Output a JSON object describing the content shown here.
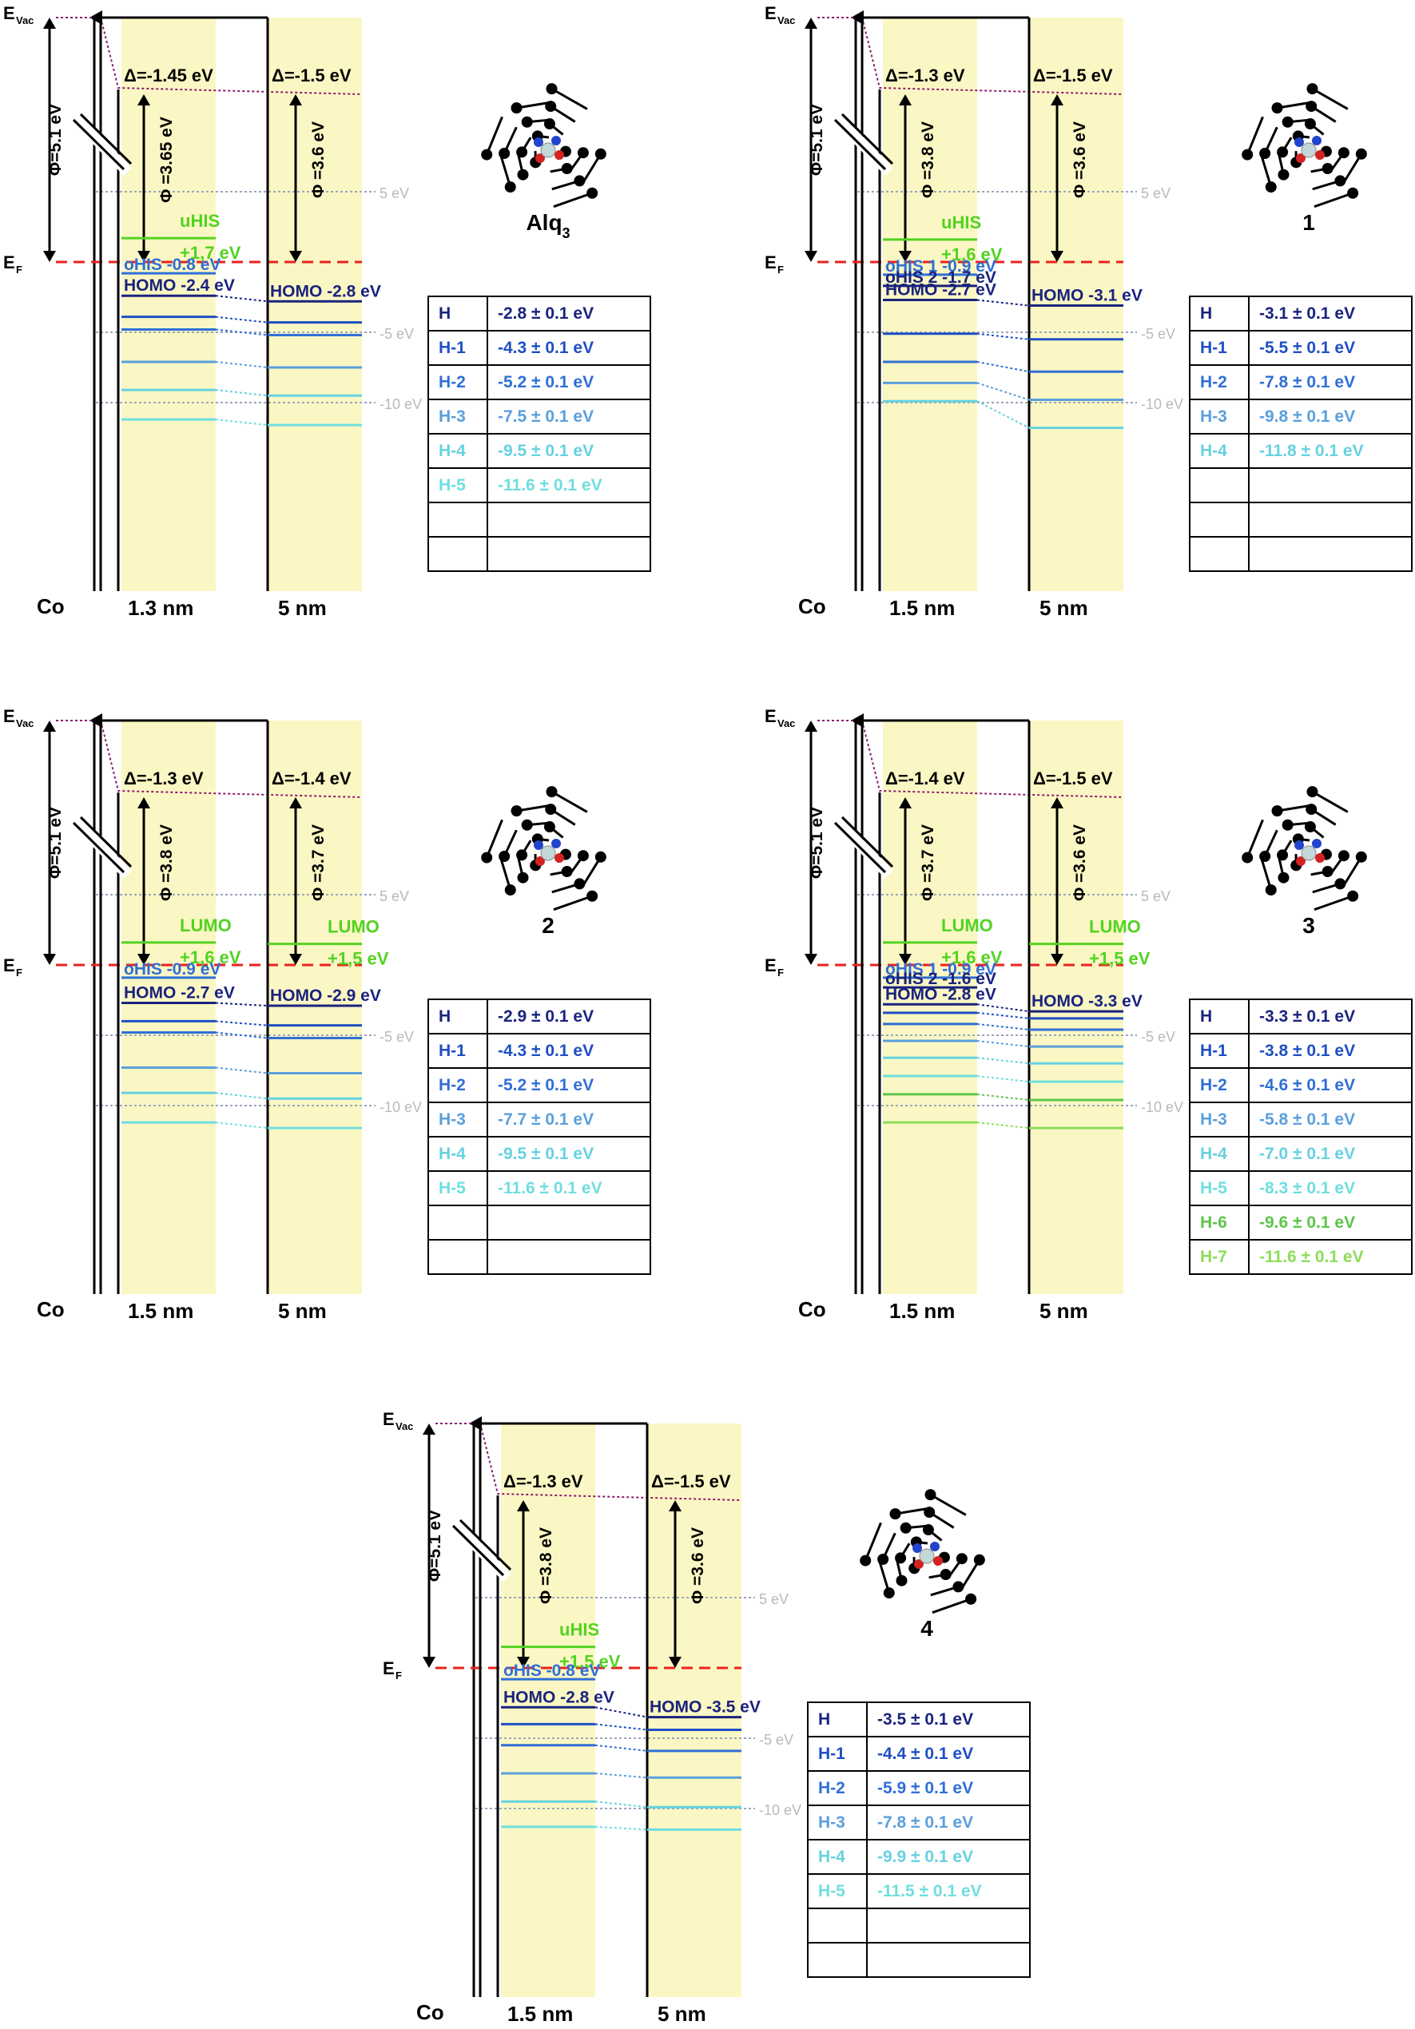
{
  "legend_levels": {
    "evac": "E",
    "evac_sub": "Vac",
    "ef": "E",
    "ef_sub": "F",
    "co": "Co"
  },
  "scale_ticks": [
    "5 eV",
    "-5 eV",
    "-10 eV"
  ],
  "colors": {
    "H": "#1a237e",
    "H-1": "#1f4fc4",
    "H-2": "#2f6fd6",
    "H-3": "#5a9fdc",
    "H-4": "#66d2e0",
    "H-5": "#6fdede",
    "H-6": "#5ec44a",
    "H-7": "#8ddc5a",
    "fermi": "#e8231e",
    "vac_dotted": "#8b1a6b",
    "band": "#fbf7c4",
    "lumo": "#52d321"
  },
  "panels": [
    {
      "id": "alq3",
      "molecule": "Alq3",
      "molecule_sub": "3",
      "molecule_main": "Alq",
      "phi": "Φ=5.1 eV",
      "thin": {
        "thickness": "1.3 nm",
        "delta": "Δ=-1.45 eV",
        "phi_label": "Φ =3.65 eV",
        "unocc": {
          "label": "uHIS",
          "value": "+1,7 eV",
          "energy": 1.7
        },
        "occ_labels": [
          {
            "label": "oHIS",
            "value": "-0.8 eV",
            "energy": -0.8
          }
        ],
        "homo": {
          "label": "HOMO",
          "value": "-2.4 eV"
        },
        "levels": [
          -2.4,
          -3.9,
          -4.8,
          -7.1,
          -9.1,
          -11.2
        ]
      },
      "thick": {
        "thickness": "5 nm",
        "delta": "Δ=-1.5 eV",
        "phi_label": "Φ =3.6 eV",
        "unocc": null,
        "homo": {
          "label": "HOMO",
          "value": "-2.8 eV"
        },
        "levels": [
          -2.8,
          -4.3,
          -5.2,
          -7.5,
          -9.5,
          -11.6
        ]
      },
      "table": [
        [
          "H",
          "-2.8 ± 0.1 eV"
        ],
        [
          "H-1",
          "-4.3 ± 0.1 eV"
        ],
        [
          "H-2",
          "-5.2 ± 0.1 eV"
        ],
        [
          "H-3",
          "-7.5 ± 0.1 eV"
        ],
        [
          "H-4",
          "-9.5 ± 0.1 eV"
        ],
        [
          "H-5",
          "-11.6 ± 0.1 eV"
        ],
        [
          "",
          ""
        ],
        [
          "",
          ""
        ]
      ]
    },
    {
      "id": "m1",
      "molecule": "1",
      "molecule_sub": "",
      "molecule_main": "1",
      "phi": "Φ=5.1 eV",
      "thin": {
        "thickness": "1.5 nm",
        "delta": "Δ=-1.3 eV",
        "phi_label": "Φ =3.8 eV",
        "unocc": {
          "label": "uHIS",
          "value": "+1,6 eV",
          "energy": 1.6
        },
        "occ_labels": [
          {
            "label": "oHIS 1",
            "value": "-0.9 eV",
            "energy": -0.9
          },
          {
            "label": "oHIS 2",
            "value": "-1.7 eV",
            "energy": -1.7
          }
        ],
        "homo": {
          "label": "HOMO",
          "value": "-2.7 eV"
        },
        "levels": [
          -2.7,
          -5.1,
          -7.1,
          -8.6,
          -9.9
        ]
      },
      "thick": {
        "thickness": "5 nm",
        "delta": "Δ=-1.5 eV",
        "phi_label": "Φ =3.6 eV",
        "unocc": null,
        "homo": {
          "label": "HOMO",
          "value": "-3.1 eV"
        },
        "levels": [
          -3.1,
          -5.5,
          -7.8,
          -9.8,
          -11.8
        ]
      },
      "table": [
        [
          "H",
          "-3.1 ± 0.1 eV"
        ],
        [
          "H-1",
          "-5.5 ± 0.1 eV"
        ],
        [
          "H-2",
          "-7.8 ± 0.1 eV"
        ],
        [
          "H-3",
          "-9.8 ± 0.1 eV"
        ],
        [
          "H-4",
          "-11.8 ± 0.1 eV"
        ],
        [
          "",
          ""
        ],
        [
          "",
          ""
        ],
        [
          "",
          ""
        ]
      ]
    },
    {
      "id": "m2",
      "molecule": "2",
      "molecule_sub": "",
      "molecule_main": "2",
      "phi": "Φ=5.1 eV",
      "thin": {
        "thickness": "1.5 nm",
        "delta": "Δ=-1.3 eV",
        "phi_label": "Φ =3.8 eV",
        "unocc": {
          "label": "LUMO",
          "value": "+1,6 eV",
          "energy": 1.6
        },
        "occ_labels": [
          {
            "label": "oHIS",
            "value": "-0.9 eV",
            "energy": -0.9
          }
        ],
        "homo": {
          "label": "HOMO",
          "value": "-2.7 eV"
        },
        "levels": [
          -2.7,
          -4.0,
          -4.8,
          -7.3,
          -9.1,
          -11.2
        ]
      },
      "thick": {
        "thickness": "5 nm",
        "delta": "Δ=-1.4 eV",
        "phi_label": "Φ =3.7 eV",
        "unocc": {
          "label": "LUMO",
          "value": "+1,5 eV",
          "energy": 1.5
        },
        "homo": {
          "label": "HOMO",
          "value": "-2.9 eV"
        },
        "levels": [
          -2.9,
          -4.3,
          -5.2,
          -7.7,
          -9.5,
          -11.6
        ]
      },
      "table": [
        [
          "H",
          "-2.9 ± 0.1 eV"
        ],
        [
          "H-1",
          "-4.3 ± 0.1 eV"
        ],
        [
          "H-2",
          "-5.2 ± 0.1 eV"
        ],
        [
          "H-3",
          "-7.7 ± 0.1 eV"
        ],
        [
          "H-4",
          "-9.5 ± 0.1 eV"
        ],
        [
          "H-5",
          "-11.6 ± 0.1 eV"
        ],
        [
          "",
          ""
        ],
        [
          "",
          ""
        ]
      ]
    },
    {
      "id": "m3",
      "molecule": "3",
      "molecule_sub": "",
      "molecule_main": "3",
      "phi": "Φ=5.1 eV",
      "thin": {
        "thickness": "1.5 nm",
        "delta": "Δ=-1.4 eV",
        "phi_label": "Φ =3.7 eV",
        "unocc": {
          "label": "LUMO",
          "value": "+1,6 eV",
          "energy": 1.6
        },
        "occ_labels": [
          {
            "label": "oHIS 1",
            "value": "-0.9 eV",
            "energy": -0.9
          },
          {
            "label": "oHIS 2",
            "value": "-1.6 eV",
            "energy": -1.6
          }
        ],
        "homo": {
          "label": "HOMO",
          "value": "-2.8 eV"
        },
        "levels": [
          -2.8,
          -3.4,
          -4.2,
          -5.4,
          -6.6,
          -7.9,
          -9.2,
          -11.2
        ]
      },
      "thick": {
        "thickness": "5 nm",
        "delta": "Δ=-1.5 eV",
        "phi_label": "Φ =3.6 eV",
        "unocc": {
          "label": "LUMO",
          "value": "+1,5 eV",
          "energy": 1.5
        },
        "homo": {
          "label": "HOMO",
          "value": "-3.3 eV"
        },
        "levels": [
          -3.3,
          -3.8,
          -4.6,
          -5.8,
          -7.0,
          -8.3,
          -9.6,
          -11.6
        ]
      },
      "table": [
        [
          "H",
          "-3.3 ± 0.1 eV"
        ],
        [
          "H-1",
          "-3.8 ± 0.1 eV"
        ],
        [
          "H-2",
          "-4.6 ± 0.1 eV"
        ],
        [
          "H-3",
          "-5.8 ± 0.1 eV"
        ],
        [
          "H-4",
          "-7.0 ± 0.1 eV"
        ],
        [
          "H-5",
          "-8.3 ± 0.1 eV"
        ],
        [
          "H-6",
          "-9.6 ± 0.1 eV"
        ],
        [
          "H-7",
          "-11.6 ± 0.1 eV"
        ]
      ]
    },
    {
      "id": "m4",
      "molecule": "4",
      "molecule_sub": "",
      "molecule_main": "4",
      "phi": "Φ=5.1 eV",
      "thin": {
        "thickness": "1.5 nm",
        "delta": "Δ=-1.3 eV",
        "phi_label": "Φ =3.8 eV",
        "unocc": {
          "label": "uHIS",
          "value": "+1,5 eV",
          "energy": 1.5
        },
        "occ_labels": [
          {
            "label": "oHIS",
            "value": "-0.8 eV",
            "energy": -0.8
          }
        ],
        "homo": {
          "label": "HOMO",
          "value": "-2.8 eV"
        },
        "levels": [
          -2.8,
          -4.0,
          -5.5,
          -7.5,
          -9.5,
          -11.3
        ]
      },
      "thick": {
        "thickness": "5 nm",
        "delta": "Δ=-1.5 eV",
        "phi_label": "Φ =3.6 eV",
        "unocc": null,
        "homo": {
          "label": "HOMO",
          "value": "-3.5 eV"
        },
        "levels": [
          -3.5,
          -4.4,
          -5.9,
          -7.8,
          -9.9,
          -11.5
        ]
      },
      "table": [
        [
          "H",
          "-3.5 ± 0.1 eV"
        ],
        [
          "H-1",
          "-4.4 ± 0.1 eV"
        ],
        [
          "H-2",
          "-5.9 ± 0.1 eV"
        ],
        [
          "H-3",
          "-7.8 ± 0.1 eV"
        ],
        [
          "H-4",
          "-9.9 ± 0.1 eV"
        ],
        [
          "H-5",
          "-11.5 ± 0.1 eV"
        ],
        [
          "",
          ""
        ],
        [
          "",
          ""
        ]
      ]
    }
  ]
}
